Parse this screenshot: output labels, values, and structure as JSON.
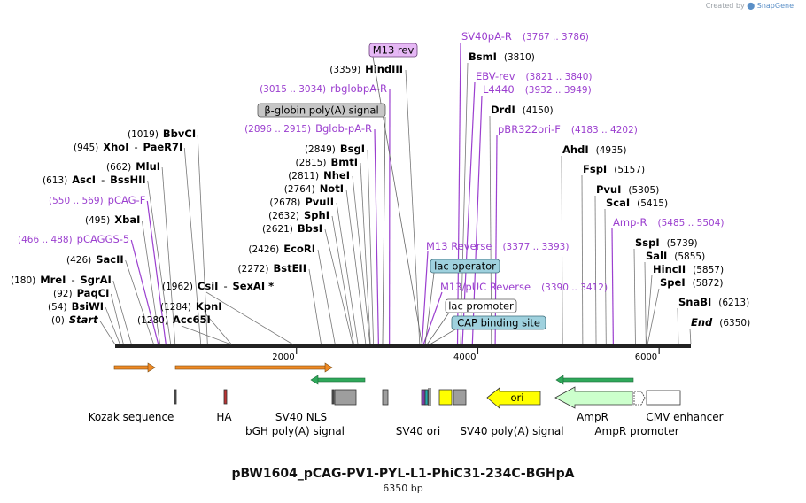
{
  "credit": {
    "prefix": "Created by",
    "brand": "SnapGene"
  },
  "title": "pBW1604_pCAG-PV1-PYL-L1-PhiC31-234C-BGHpA",
  "subtitle": "6350 bp",
  "total_bp": 6350,
  "colors": {
    "enzyme": "#000000",
    "primer": "#9b3fcf",
    "orf_ann": "#f08a24",
    "green_ann": "#2fa85a",
    "ori": "#ffff00",
    "ampr": "#ccffcc",
    "grey_block": "#9e9e9e"
  },
  "ruler": {
    "ticks": [
      {
        "bp": 2000,
        "label": "2000"
      },
      {
        "bp": 4000,
        "label": "4000"
      },
      {
        "bp": 6000,
        "label": "6000"
      }
    ]
  },
  "left_sites": [
    {
      "pos": "(1019)",
      "name": "BbvCI",
      "bp": 1019
    },
    {
      "pos": "(945)",
      "name": "XhoI",
      "name2": "PaeR7I",
      "bp": 945
    },
    {
      "pos": "(662)",
      "name": "MluI",
      "bp": 662
    },
    {
      "pos": "(613)",
      "name": "AscI",
      "name2": "BssHII",
      "bp": 613
    },
    {
      "pos": "(550 .. 569)",
      "name": "pCAG-F",
      "primer": true,
      "bp": 560
    },
    {
      "pos": "(495)",
      "name": "XbaI",
      "bp": 495
    },
    {
      "pos": "(466 .. 488)",
      "name": "pCAGGS-5",
      "primer": true,
      "bp": 477
    },
    {
      "pos": "(426)",
      "name": "SacII",
      "bp": 426
    },
    {
      "pos": "(180)",
      "name": "MreI",
      "name2": "SgrAI",
      "bp": 180
    },
    {
      "pos": "(92)",
      "name": "PaqCI",
      "bp": 92
    },
    {
      "pos": "(54)",
      "name": "BsiWI",
      "bp": 54
    },
    {
      "pos": "(0)",
      "name": "Start",
      "italic": true,
      "bp": 0
    }
  ],
  "mid_sites": [
    {
      "pos": "(1962)",
      "name": "CsiI",
      "name2": "SexAI *",
      "bp": 1962
    },
    {
      "pos": "(1284)",
      "name": "KpnI",
      "bp": 1284
    },
    {
      "pos": "(1280)",
      "name": "Acc65I",
      "bp": 1280
    }
  ],
  "center_sites": [
    {
      "pos": "(3359)",
      "name": "HindIII",
      "bp": 3359
    },
    {
      "pos": "(3015 .. 3034)",
      "name": "rbglobpA-R",
      "primer": true,
      "bp": 3025
    },
    {
      "pos": "(2896 .. 2915)",
      "name": "Bglob-pA-R",
      "primer": true,
      "bp": 2905
    },
    {
      "pos": "(2849)",
      "name": "BsgI",
      "bp": 2849
    },
    {
      "pos": "(2815)",
      "name": "BmtI",
      "bp": 2815
    },
    {
      "pos": "(2811)",
      "name": "NheI",
      "bp": 2811
    },
    {
      "pos": "(2764)",
      "name": "NotI",
      "bp": 2764
    },
    {
      "pos": "(2678)",
      "name": "PvuII",
      "bp": 2678
    },
    {
      "pos": "(2632)",
      "name": "SphI",
      "bp": 2632
    },
    {
      "pos": "(2621)",
      "name": "BbsI",
      "bp": 2621
    },
    {
      "pos": "(2426)",
      "name": "EcoRI",
      "bp": 2426
    },
    {
      "pos": "(2272)",
      "name": "BstEII",
      "bp": 2272
    }
  ],
  "right_sites": [
    {
      "name": "SV40pA-R",
      "pos": "(3767 .. 3786)",
      "primer": true,
      "bp": 3776
    },
    {
      "name": "BsmI",
      "pos": "(3810)",
      "bp": 3810
    },
    {
      "name": "EBV-rev",
      "pos": "(3821 .. 3840)",
      "primer": true,
      "bp": 3830
    },
    {
      "name": "L4440",
      "pos": "(3932 .. 3949)",
      "primer": true,
      "bp": 3940
    },
    {
      "name": "DrdI",
      "pos": "(4150)",
      "bp": 4150
    },
    {
      "name": "pBR322ori-F",
      "pos": "(4183 .. 4202)",
      "primer": true,
      "bp": 4192
    },
    {
      "name": "AhdI",
      "pos": "(4935)",
      "bp": 4935
    },
    {
      "name": "FspI",
      "pos": "(5157)",
      "bp": 5157
    },
    {
      "name": "PvuI",
      "pos": "(5305)",
      "bp": 5305
    },
    {
      "name": "ScaI",
      "pos": "(5415)",
      "bp": 5415
    },
    {
      "name": "Amp-R",
      "pos": "(5485 .. 5504)",
      "primer": true,
      "bp": 5494
    },
    {
      "name": "SspI",
      "pos": "(5739)",
      "bp": 5739
    },
    {
      "name": "SalI",
      "pos": "(5855)",
      "bp": 5855
    },
    {
      "name": "HincII",
      "pos": "(5857)",
      "bp": 5857
    },
    {
      "name": "SpeI",
      "pos": "(5872)",
      "bp": 5872
    },
    {
      "name": "SnaBI",
      "pos": "(6213)",
      "bp": 6213
    },
    {
      "name": "End",
      "pos": "(6350)",
      "italic": true,
      "bp": 6350
    }
  ],
  "primer_sites": [
    {
      "name": "M13 Reverse",
      "pos": "(3377 .. 3393)",
      "bp": 3385
    },
    {
      "name": "M13/pUC Reverse",
      "pos": "(3390 .. 3412)",
      "bp": 3401
    }
  ],
  "boxed_features": [
    {
      "label": "M13 rev",
      "style": "purple",
      "bp": 3385
    },
    {
      "label": "β-globin poly(A) signal",
      "style": "grey",
      "bp": 2950
    },
    {
      "label": "lac operator",
      "style": "blue",
      "bp": 3420
    },
    {
      "label": "lac promoter",
      "style": "white",
      "bp": 3440
    },
    {
      "label": "CAP binding site",
      "style": "blue",
      "bp": 3470
    }
  ],
  "bottom_labels": [
    {
      "text": "Kozak sequence"
    },
    {
      "text": "HA"
    },
    {
      "text": "SV40 NLS"
    },
    {
      "text": "bGH poly(A) signal"
    },
    {
      "text": "SV40 ori"
    },
    {
      "text": "SV40 poly(A) signal"
    },
    {
      "text": "AmpR"
    },
    {
      "text": "AmpR promoter"
    },
    {
      "text": "CMV enhancer"
    }
  ],
  "ori_label": "ori"
}
